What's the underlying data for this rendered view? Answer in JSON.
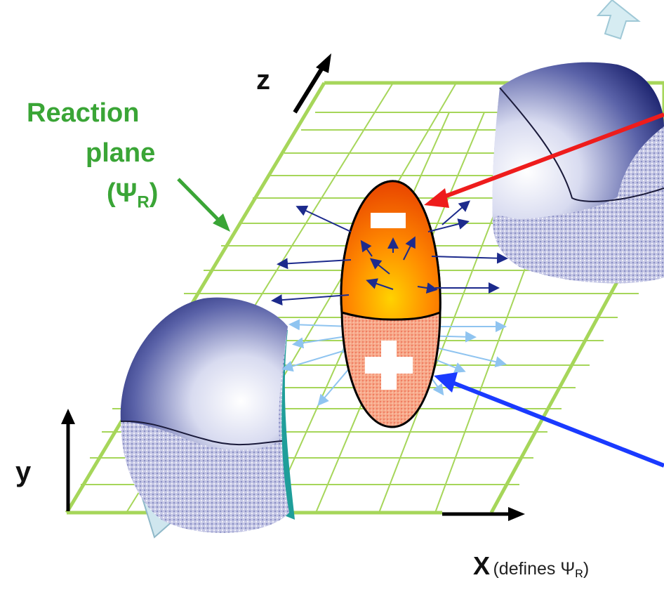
{
  "labels": {
    "reaction_plane": [
      "Reaction",
      "plane"
    ],
    "psi_open": "(Ψ",
    "psi_sub": "R",
    "psi_close": ")",
    "z_axis": "z",
    "y_axis": "y",
    "x_axis": "X",
    "x_note_pre": "(defines Ψ",
    "x_note_sub": "R",
    "x_note_post": ")"
  },
  "colors": {
    "plane_green": "#a6d65a",
    "label_green": "#3aa536",
    "red_arrow": "#ee1c1c",
    "blue_arrow": "#1a3aff",
    "upper_arrows": "#1c2a8c",
    "lower_arrows": "#8fc4f0"
  },
  "icons": {
    "negative_charge": "minus-sign",
    "positive_charge": "plus-sign"
  }
}
